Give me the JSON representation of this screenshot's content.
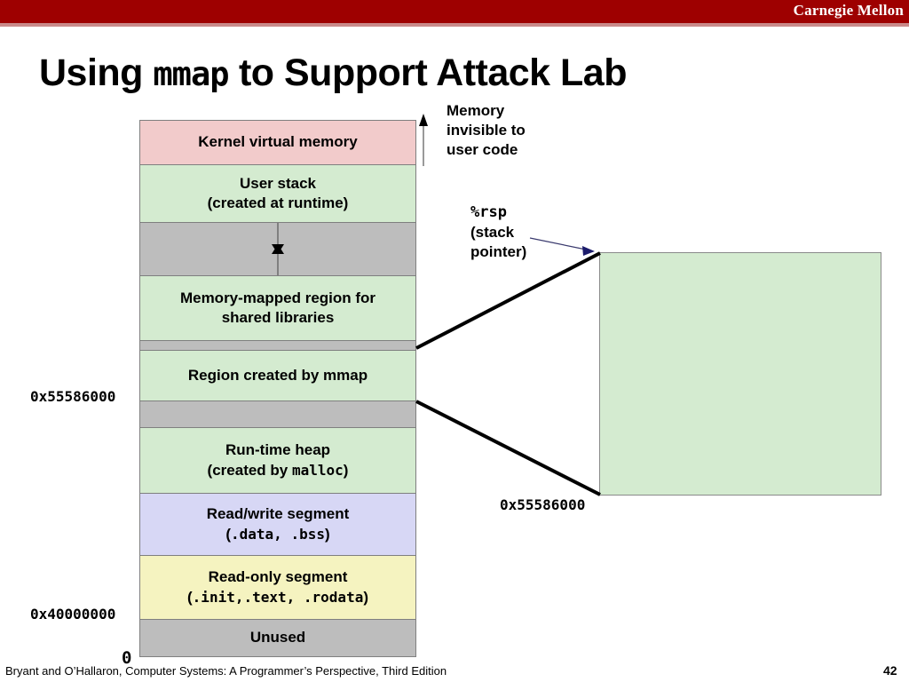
{
  "header": {
    "brand": "Carnegie Mellon",
    "band_color": "#9e0000"
  },
  "title": {
    "part1": "Using ",
    "mono": "mmap",
    "part2": " to Support Attack Lab"
  },
  "memory_map": {
    "blocks": [
      {
        "id": "kernel-virtual-memory",
        "label_line1": "Kernel virtual memory",
        "label_line2": "",
        "color": "#f2cbcb",
        "height": 50
      },
      {
        "id": "user-stack",
        "label_line1": "User stack",
        "label_line2": "(created at runtime)",
        "color": "#d4ebd0",
        "height": 65
      },
      {
        "id": "stack-gap",
        "label_line1": "",
        "label_line2": "",
        "color": "#bdbdbd",
        "height": 60
      },
      {
        "id": "memory-mapped-region",
        "label_line1": "Memory-mapped region for",
        "label_line2": "shared libraries",
        "color": "#d4ebd0",
        "height": 73
      },
      {
        "id": "thin-gap-1",
        "label_line1": "",
        "label_line2": "",
        "color": "#bdbdbd",
        "height": 11
      },
      {
        "id": "region-created-by-mmap",
        "label_line1": "Region created by mmap",
        "label_line2": "",
        "color": "#d4ebd0",
        "height": 57
      },
      {
        "id": "gap-2",
        "label_line1": "",
        "label_line2": "",
        "color": "#bdbdbd",
        "height": 30
      },
      {
        "id": "run-time-heap",
        "label_line1": "Run-time heap",
        "label_line2_pre": "(created by ",
        "label_line2_mono": "malloc",
        "label_line2_post": ")",
        "color": "#d4ebd0",
        "height": 74
      },
      {
        "id": "read-write-segment",
        "label_line1": "Read/write segment",
        "label_line2_pre": "(",
        "label_line2_mono": ".data, .bss",
        "label_line2_post": ")",
        "color": "#d7d7f5",
        "height": 70
      },
      {
        "id": "read-only-segment",
        "label_line1": "Read-only segment",
        "label_line2_pre": "(",
        "label_line2_mono": ".init,.text, .rodata",
        "label_line2_post": ")",
        "color": "#f5f3c0",
        "height": 72
      },
      {
        "id": "unused",
        "label_line1": "Unused",
        "label_line2": "",
        "color": "#bdbdbd",
        "height": 43
      }
    ]
  },
  "addresses": {
    "mmap_region": "0x55586000",
    "read_only": "0x40000000",
    "zero": "0",
    "callout": "0x55586000"
  },
  "annotations": {
    "invisible_line1": "Memory",
    "invisible_line2": "invisible to",
    "invisible_line3": "user code",
    "rsp_mono": "%rsp",
    "rsp_line2": "(stack",
    "rsp_line3": "pointer)"
  },
  "footer": {
    "citation": "Bryant and O’Hallaron, Computer Systems: A Programmer’s Perspective, Third Edition",
    "page": "42"
  }
}
